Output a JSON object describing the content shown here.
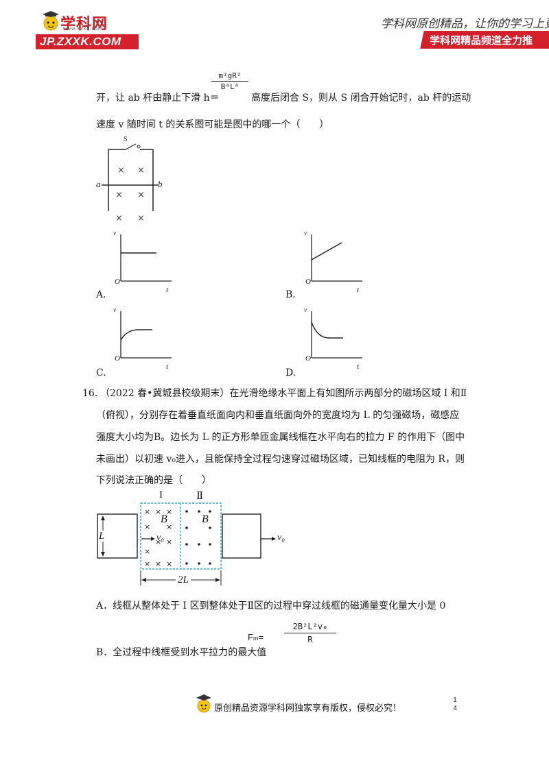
{
  "header": {
    "logo_name": "学科网",
    "logo_sub": "www.zxxk.com",
    "logo_url": "JP.ZXXK.COM",
    "slogan": "学科网原创精品，让你的学习上更",
    "banner": "学科网精品频道全力推"
  },
  "q15": {
    "fraction_num": "m²gR²",
    "fraction_den": "B⁴L⁴",
    "line1_pre": "开，让 ab 杆由静止下滑 h＝",
    "line1_post": "高度后闭合 S，则从 S 闭合开始记时，ab 杆的运动",
    "line2": "速度 v 随时间 t 的关系图可能是图中的哪一个（　　）",
    "circuit_labels": {
      "a": "a",
      "b": "b",
      "s": "S"
    },
    "options": [
      {
        "label": "A.",
        "axis_v": "v",
        "axis_t": "t",
        "origin": "O"
      },
      {
        "label": "B.",
        "axis_v": "v",
        "axis_t": "t",
        "origin": "O"
      },
      {
        "label": "C.",
        "axis_v": "v",
        "axis_t": "t",
        "origin": "O"
      },
      {
        "label": "D.",
        "axis_v": "v",
        "axis_t": "t",
        "origin": "O"
      }
    ]
  },
  "q16": {
    "number": "16.",
    "line1": "（2022 春•冀城县校级期末）在光滑绝缘水平面上有如图所示两部分的磁场区域 I 和Ⅱ",
    "line2": "（俯视），分别存在着垂直纸面向内和垂直纸面向外的宽度均为 L 的匀强磁场，磁感应",
    "line3": "强度大小均为B。边长为 L 的正方形单匝金属线框在水平向右的拉力 F 的作用下（图中",
    "line4": "未画出）以初速 v₀进入，且能保持全过程匀速穿过磁场区域，已知线框的电阻为 R，则",
    "line5": "下列说法正确的是（　　）",
    "figure": {
      "region1": "I",
      "region2": "Ⅱ",
      "field1": "B",
      "field2": "B",
      "side": "L",
      "width": "2L",
      "v_in": "v₀",
      "v_out": "v₀"
    },
    "optionA": "A．线框从整体处于 I 区到整体处于Ⅱ区的过程中穿过线框的磁通量变化量大小是 0",
    "optionB_text": "B．全过程中线框受到水平拉力的最大值",
    "optionB_lhs": "F",
    "optionB_sub": "m",
    "optionB_num": "2B²L²v₀",
    "optionB_den": "R"
  },
  "footer": {
    "text": "原创精品资源学科网独家享有版权，侵权必究！",
    "page_top": "1",
    "page_bottom": "4"
  }
}
